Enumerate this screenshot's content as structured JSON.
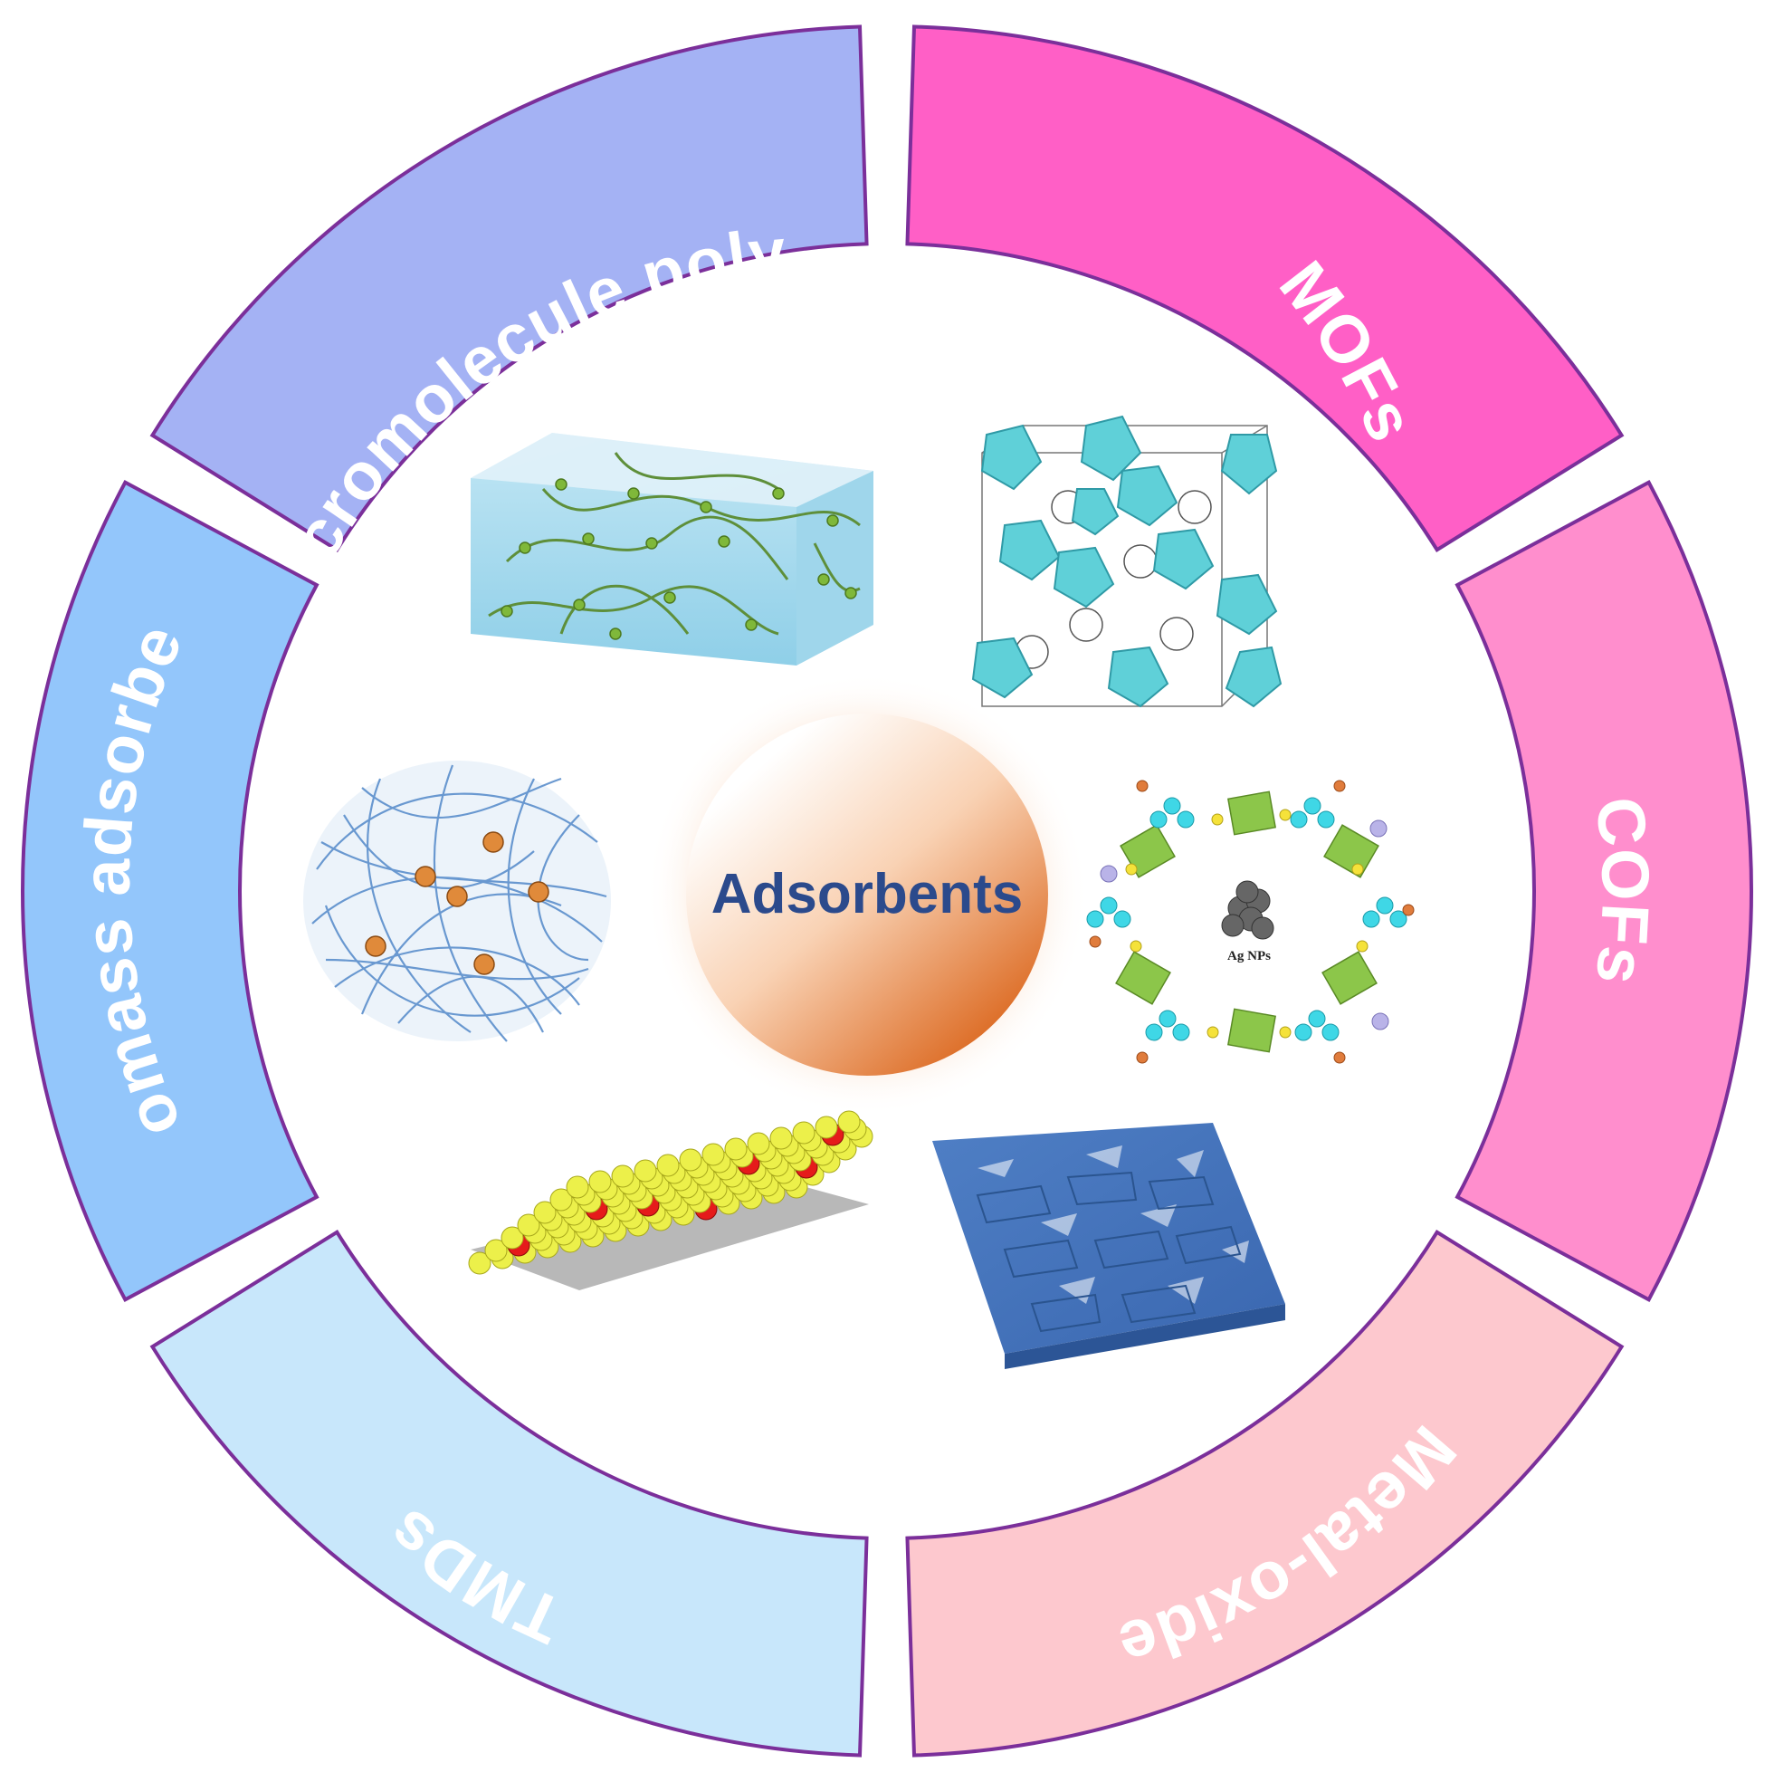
{
  "center": {
    "title": "Adsorbents"
  },
  "segments": [
    {
      "label": "Macromolecule polymer",
      "color": "#a4b2f4"
    },
    {
      "label": "MOFs",
      "color": "#ff5fc6"
    },
    {
      "label": "COFs",
      "color": "#ff8ecd"
    },
    {
      "label": "Metal-oxide",
      "color": "#fdc8ce"
    },
    {
      "label": "TMDs",
      "color": "#c8e7fb"
    },
    {
      "label": "Biomass adsorbent",
      "color": "#93c6fb"
    }
  ],
  "illustrations": {
    "cof_inner_label": "Ag NPs"
  },
  "colors": {
    "ring_outline": "#7b2f9a",
    "center_orange": "#e2752e"
  }
}
